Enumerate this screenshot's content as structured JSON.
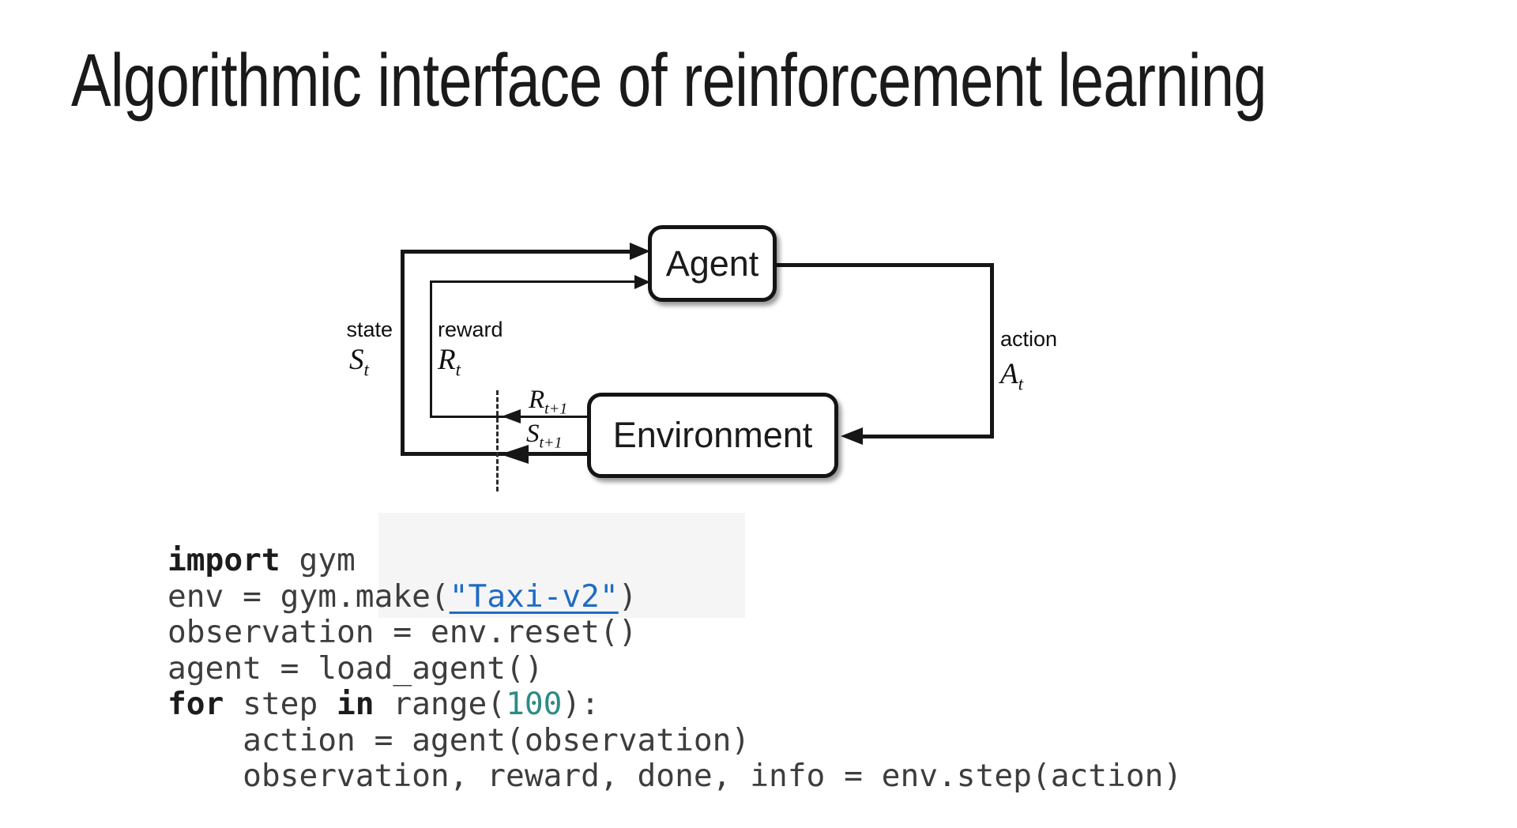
{
  "slide": {
    "title": "Algorithmic interface of reinforcement learning",
    "background_color": "#ffffff"
  },
  "diagram": {
    "agent_label": "Agent",
    "environment_label": "Environment",
    "state_label": "state",
    "state_symbol": "S",
    "state_sub": "t",
    "reward_label": "reward",
    "reward_symbol": "R",
    "reward_sub": "t",
    "action_label": "action",
    "action_symbol": "A",
    "action_sub": "t",
    "reward_next_symbol": "R",
    "reward_next_sub": "t+1",
    "state_next_symbol": "S",
    "state_next_sub": "t+1",
    "colors": {
      "line": "#161616",
      "box_border": "#141414",
      "box_fill": "#ffffff"
    }
  },
  "code": {
    "colors": {
      "plain": "#3d3d3d",
      "keyword": "#1c1c1c",
      "link": "#1f6cc5",
      "number": "#2d8c84"
    },
    "lines": [
      {
        "tokens": [
          {
            "t": "import"
          },
          {
            "t": " gym"
          }
        ]
      },
      {
        "tokens": [
          {
            "t": "env = gym.make("
          },
          {
            "t": "\"Taxi-v2\""
          },
          {
            "t": ")"
          }
        ]
      },
      {
        "tokens": [
          {
            "t": "observation = env.reset()"
          }
        ]
      },
      {
        "tokens": [
          {
            "t": "agent = load_agent()"
          }
        ]
      },
      {
        "tokens": [
          {
            "t": "for"
          },
          {
            "t": " step "
          },
          {
            "t": "in"
          },
          {
            "t": " range("
          },
          {
            "t": "100"
          },
          {
            "t": "):"
          }
        ]
      },
      {
        "tokens": [
          {
            "t": "    action = agent(observation)"
          }
        ]
      },
      {
        "tokens": [
          {
            "t": "    observation, reward, done, info = env.step(action)"
          }
        ]
      }
    ]
  }
}
